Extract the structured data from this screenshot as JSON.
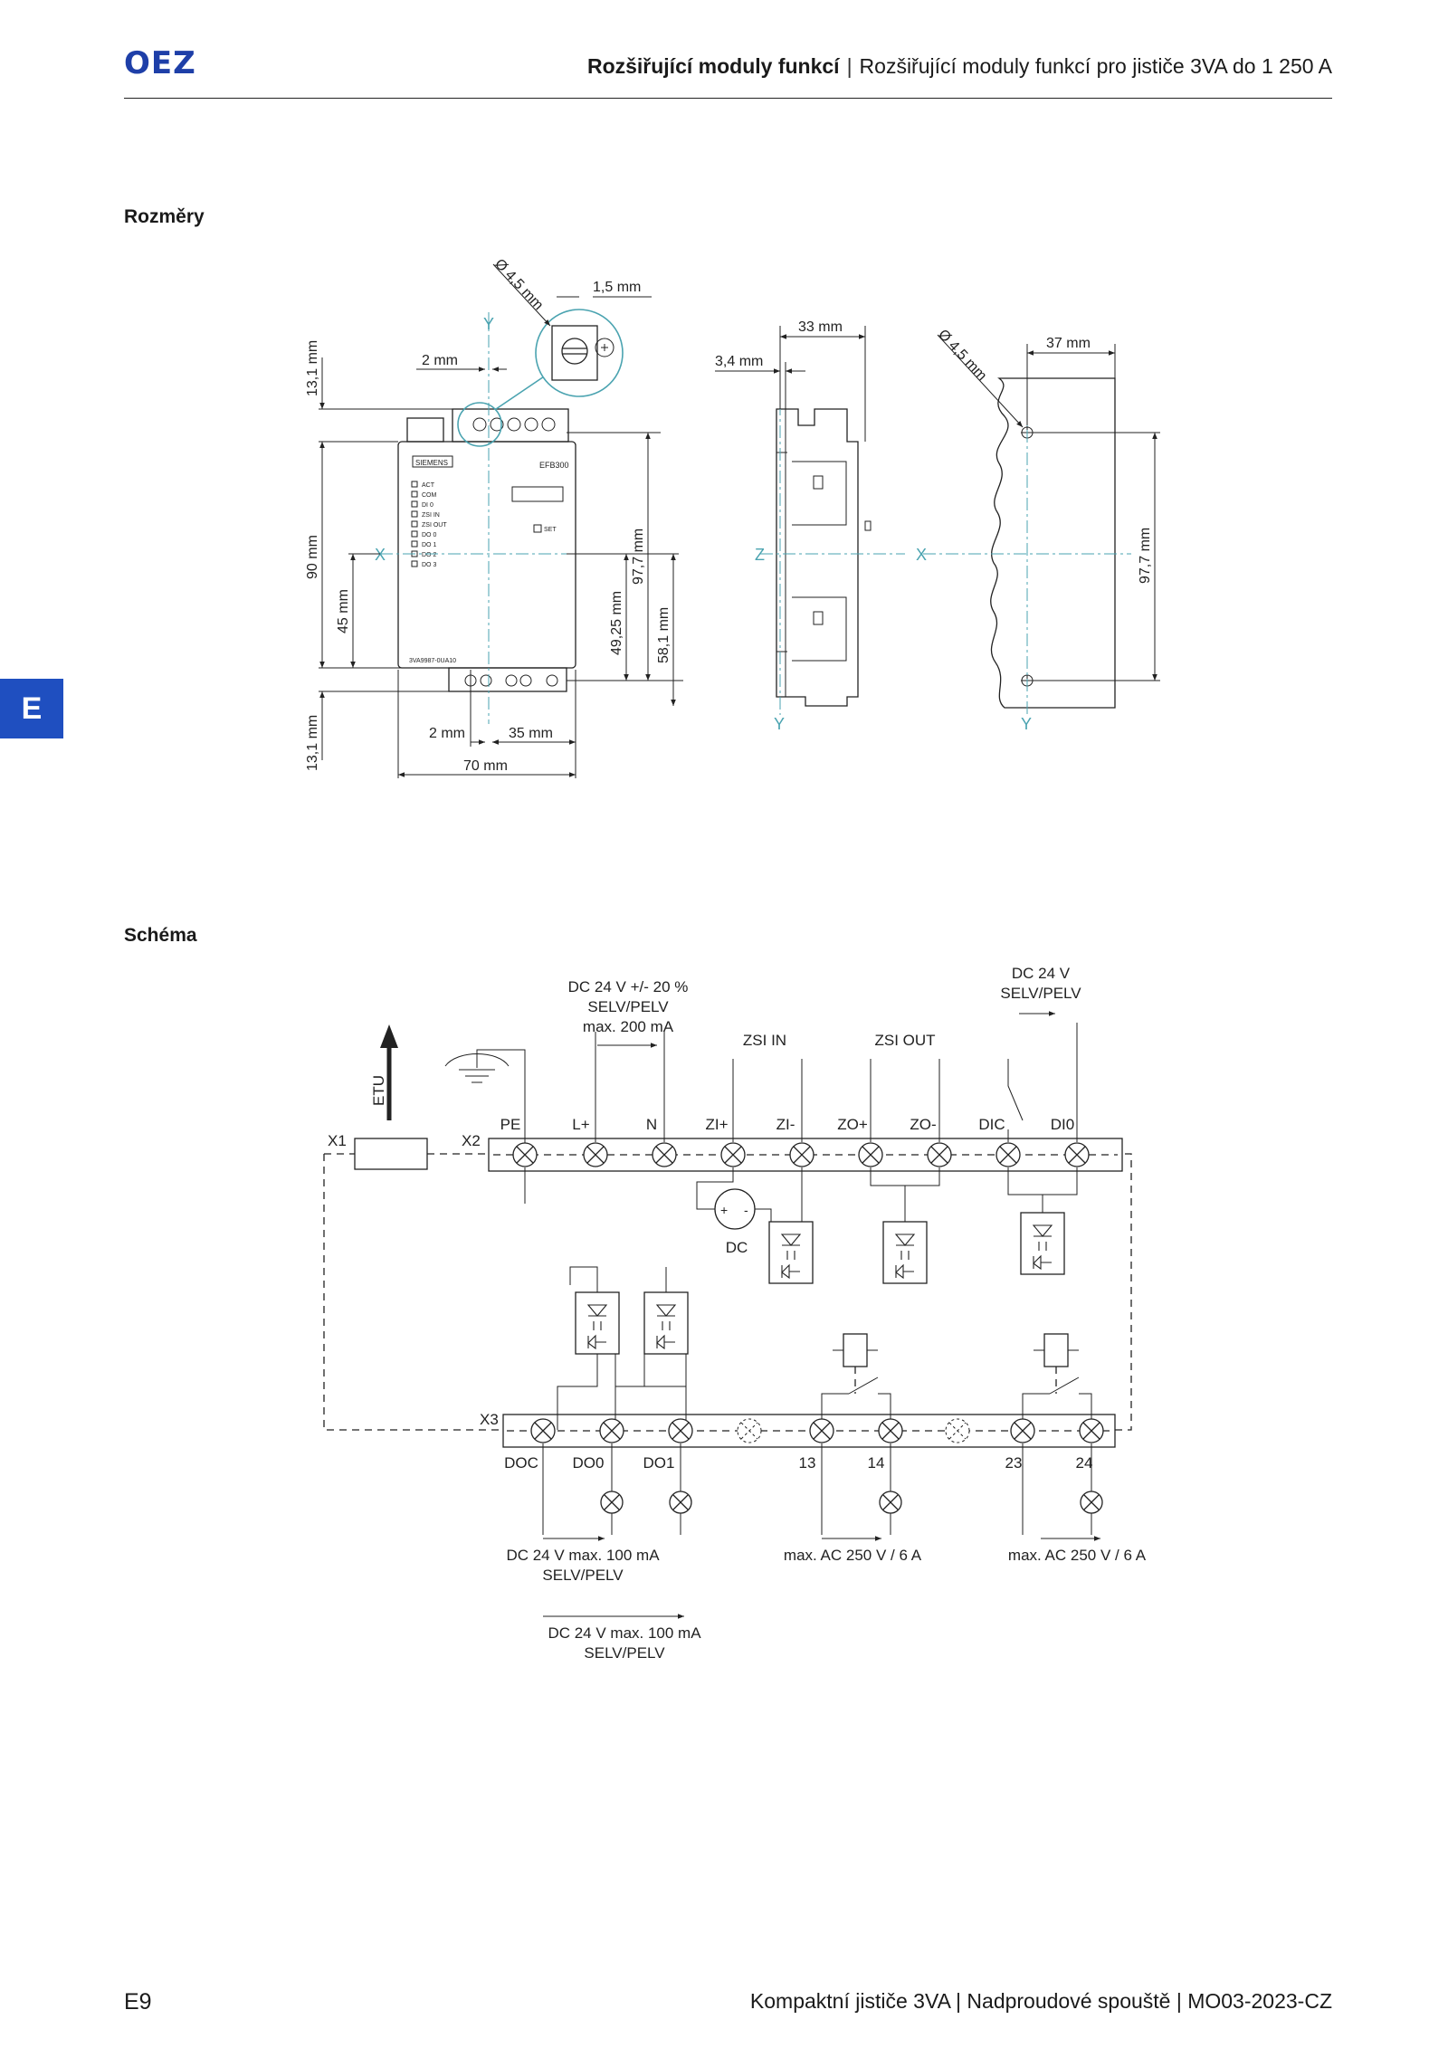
{
  "header": {
    "logo": "OEZ",
    "title_bold": "Rozšiřující moduly funkcí",
    "title_rest": "Rozšiřující moduly funkcí pro jističe 3VA do 1 250 A"
  },
  "side_tab": "E",
  "sections": {
    "dimensions": "Rozměry",
    "schema": "Schéma"
  },
  "dimensions": {
    "hole_dia": "Ø 4,5 mm",
    "d_1_5": "1,5 mm",
    "d_2_top": "2 mm",
    "d_13_1_top": "13,1 mm",
    "d_90": "90 mm",
    "d_45": "45 mm",
    "d_13_1_bottom": "13,1 mm",
    "d_2_bottom": "2 mm",
    "d_35": "35 mm",
    "d_70": "70 mm",
    "d_49_25": "49,25 mm",
    "d_97_7": "97,7 mm",
    "d_58_1": "58,1 mm",
    "d_33": "33 mm",
    "d_3_4": "3,4 mm",
    "d_37": "37 mm",
    "d_97_7_right": "97,7 mm",
    "axis_y": "Y",
    "axis_x": "X",
    "axis_z": "Z",
    "device_brand": "SIEMENS",
    "device_model": "EFB300",
    "device_order": "3VA9987-0UA10",
    "device_set": "SET",
    "leds": [
      "ACT",
      "COM",
      "DI 0",
      "ZSI IN",
      "ZSI OUT",
      "DO 0",
      "DO 1",
      "DO 2",
      "DO 3"
    ]
  },
  "schema": {
    "supply_line1": "DC 24 V +/- 20 %",
    "supply_line2": "SELV/PELV",
    "supply_line3": "max. 200 mA",
    "zsi_in": "ZSI IN",
    "zsi_out": "ZSI OUT",
    "dc24_line1": "DC 24 V",
    "dc24_line2": "SELV/PELV",
    "etu": "ETU",
    "x1": "X1",
    "x2": "X2",
    "x3": "X3",
    "dc_label": "DC",
    "x2_terminals": [
      "PE",
      "L+",
      "N",
      "ZI+",
      "ZI-",
      "ZO+",
      "ZO-",
      "DIC",
      "DI0"
    ],
    "x3_terminals": [
      "DOC",
      "DO0",
      "DO1",
      "13",
      "14",
      "23",
      "24"
    ],
    "out1_line1": "DC 24 V max. 100 mA",
    "out1_line2": "SELV/PELV",
    "relay1": "max. AC 250 V / 6 A",
    "relay2": "max. AC 250 V / 6 A",
    "out2_line1": "DC 24 V max. 100 mA",
    "out2_line2": "SELV/PELV"
  },
  "footer": {
    "page": "E9",
    "text": "Kompaktní jističe 3VA  |  Nadproudové spouště  |  MO03-2023-CZ"
  }
}
